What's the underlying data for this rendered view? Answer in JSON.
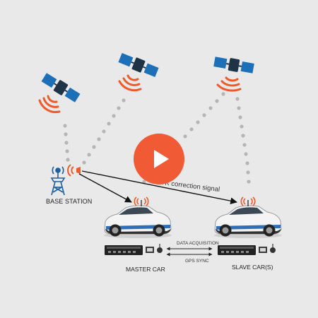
{
  "labels": {
    "base_station": "BASE STATION",
    "master_car": "MASTER CAR",
    "slave_cars": "SLAVE CAR(S)",
    "rtk_signal": "RTK correction signal",
    "data_acquisition": "DATA ACQUISITION",
    "gps_sync": "GPS SYNC"
  },
  "icons": {
    "satellites": [
      "satellite-icon",
      "satellite-icon",
      "satellite-icon"
    ],
    "base_station": "antenna-tower-icon",
    "vehicle": "car-icon",
    "logger": "data-logger-icon",
    "play": "play-icon"
  },
  "colors": {
    "background": "#e9e9e9",
    "signal": "#ee5a2a",
    "satellite_panel": "#1d6fb8",
    "satellite_body": "#1e3346",
    "dots": "#b5b5b5",
    "play_button": "#f05b36"
  }
}
